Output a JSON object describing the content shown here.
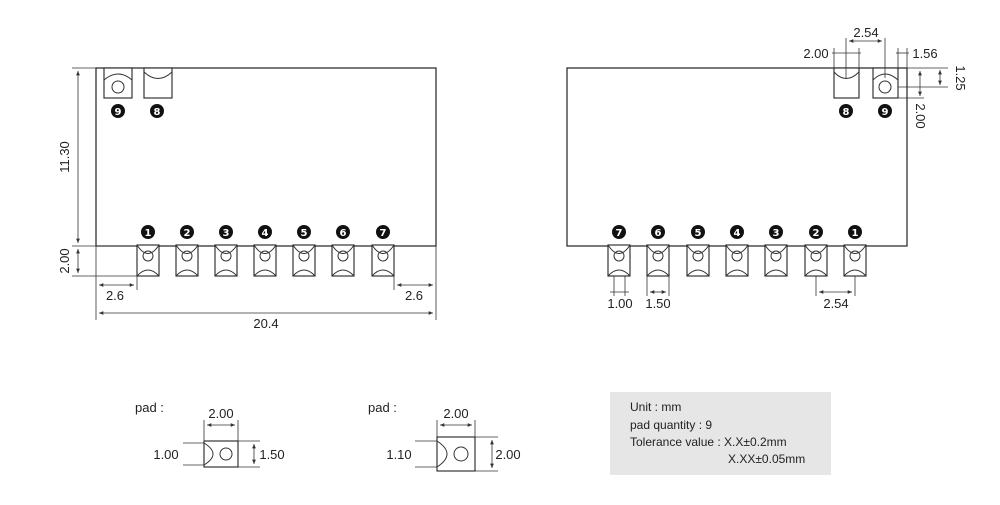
{
  "left_view": {
    "dims": {
      "height": "11.30",
      "pad_row_height": "2.00",
      "left_offset": "2.6",
      "right_offset": "2.6",
      "width": "20.4"
    },
    "top_pins": [
      "9",
      "8"
    ],
    "bottom_pins": [
      "1",
      "2",
      "3",
      "4",
      "5",
      "6",
      "7"
    ]
  },
  "right_view": {
    "dims": {
      "pitch_top": "2.54",
      "pad_8_width": "2.00",
      "pad_9_margin": "1.56",
      "pad_9_offset": "1.25",
      "pad_9_height": "2.00",
      "hole_width": "1.00",
      "pad_width": "1.50",
      "pitch_bottom": "2.54"
    },
    "top_pins": [
      "8",
      "9"
    ],
    "bottom_pins": [
      "7",
      "6",
      "5",
      "4",
      "3",
      "2",
      "1"
    ]
  },
  "pad_detail_1": {
    "label": "pad :",
    "width": "2.00",
    "left_dim": "1.00",
    "right_dim": "1.50"
  },
  "pad_detail_2": {
    "label": "pad :",
    "width": "2.00",
    "left_dim": "1.10",
    "right_dim": "2.00"
  },
  "info": {
    "unit": "Unit : mm",
    "pad_quantity": "pad quantity : 9",
    "tolerance_1": "Tolerance value : X.X±0.2mm",
    "tolerance_2": "X.XX±0.05mm"
  }
}
